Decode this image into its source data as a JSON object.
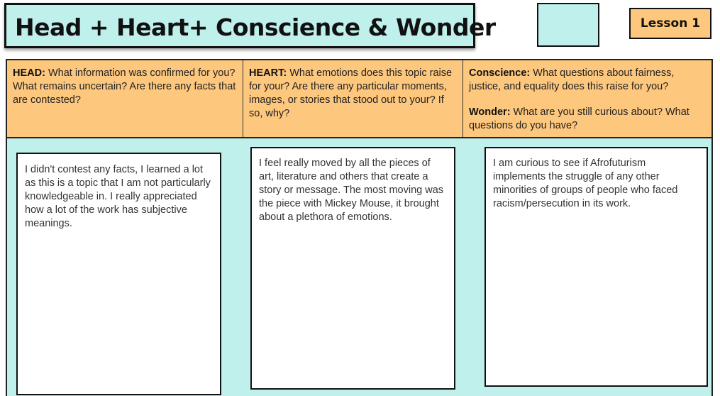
{
  "title": "Head + Heart+ Conscience & Wonder",
  "lesson_label": "Lesson 1",
  "headers": {
    "head": {
      "label": "HEAD:",
      "text": " What information was confirmed for you? What remains uncertain? Are there any facts that are contested?"
    },
    "heart": {
      "label": "HEART:",
      "text": " What emotions does this topic raise for your? Are there any particular moments, images, or stories that stood out to your? If so, why?"
    },
    "conscience": {
      "label": "Conscience:",
      "text": " What questions about fairness, justice, and equality does this raise for you?"
    },
    "wonder": {
      "label": "Wonder:",
      "text": " What are you still curious about? What questions do you have?"
    }
  },
  "answers": {
    "head": "I didn't contest any facts, I learned a lot as this is a topic that I am not particularly knowledgeable in. I really appreciated how a lot of the work has subjective meanings.",
    "heart": "I feel really moved by all the pieces of art, literature and others that create a story or message. The most moving was the piece with Mickey Mouse, it brought about a plethora of emotions.",
    "wonder": "I am curious to see if Afrofuturism implements the struggle of any other minorities of groups of people who faced racism/persecution in its work."
  },
  "colors": {
    "teal": "#bff0ec",
    "orange": "#fdc77d",
    "border": "#111111"
  }
}
